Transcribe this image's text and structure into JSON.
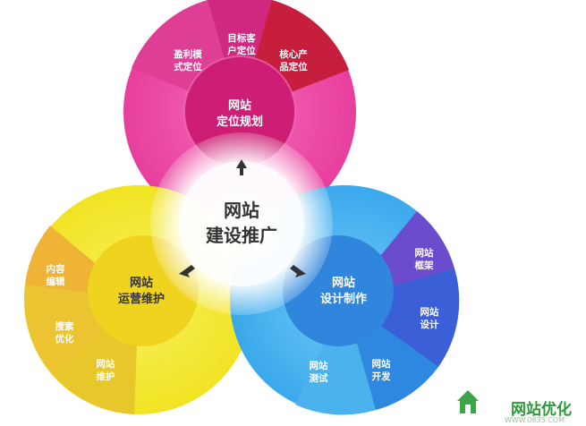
{
  "center": {
    "line1": "网站",
    "line2": "建设推广"
  },
  "top": {
    "core_line1": "网站",
    "core_line2": "定位规划",
    "segments": [
      {
        "line1": "盈利模",
        "line2": "式定位"
      },
      {
        "line1": "目标客",
        "line2": "户定位"
      },
      {
        "line1": "核心产",
        "line2": "品定位"
      }
    ],
    "colors": {
      "outer": "#e94aa6",
      "inner": "#c9196f",
      "seg": "#d3367f",
      "seg_dark": "#c41a3a"
    }
  },
  "left": {
    "core_line1": "网站",
    "core_line2": "运营维护",
    "segments": [
      {
        "line1": "内容",
        "line2": "编辑"
      },
      {
        "line1": "搜索",
        "line2": "优化"
      },
      {
        "line1": "网站",
        "line2": "维护"
      }
    ],
    "colors": {
      "outer": "#f3e520",
      "inner": "#e9c61b",
      "seg": "#e8a923"
    }
  },
  "right": {
    "core_line1": "网站",
    "core_line2": "设计制作",
    "segments": [
      {
        "line1": "网站",
        "line2": "框架"
      },
      {
        "line1": "网站",
        "line2": "设计"
      },
      {
        "line1": "网站",
        "line2": "开发"
      },
      {
        "line1": "网站",
        "line2": "测试"
      }
    ],
    "colors": {
      "outer": "#3fb0ee",
      "inner": "#2f86dc",
      "seg": "#6a4fc6",
      "seg2": "#2c6fd6"
    }
  },
  "watermark": {
    "text": "网站优化",
    "sub": "WWW.0835.COM",
    "color": "#2a9a3a"
  }
}
